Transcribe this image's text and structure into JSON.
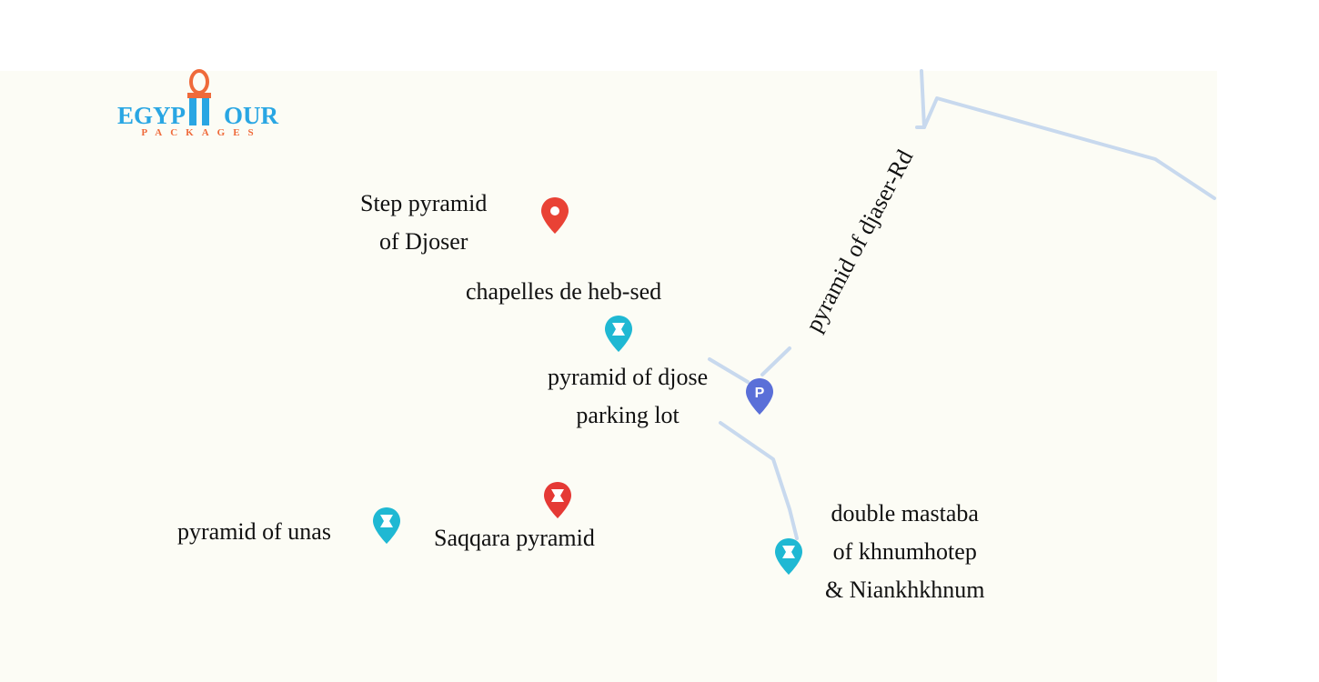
{
  "logo": {
    "title": "EGYPT TOUR",
    "word_left": "EGYP",
    "word_right": "OUR",
    "subtitle": "PACKAGES",
    "colors": {
      "blue": "#29a6e3",
      "orange": "#ef6a3a"
    }
  },
  "road_label": "pyramid of djaser-Rd",
  "places": [
    {
      "name": "Step pyramid of Djoser",
      "lines": [
        "Step pyramid",
        "of Djoser"
      ],
      "icon": "red-pin-icon",
      "color": "#e94235"
    },
    {
      "name": "chapelles de heb-sed",
      "lines": [
        "chapelles de heb-sed"
      ],
      "icon": "monument-pin-icon",
      "color": "#1fb8d3"
    },
    {
      "name": "pyramid of djose parking lot",
      "lines": [
        "pyramid of djose",
        "parking lot"
      ],
      "icon": "parking-pin-icon",
      "color": "#5a6fd8"
    },
    {
      "name": "pyramid of unas",
      "lines": [
        "pyramid of unas"
      ],
      "icon": "monument-pin-icon",
      "color": "#1fb8d3"
    },
    {
      "name": "Saqqara pyramid",
      "lines": [
        "Saqqara pyramid"
      ],
      "icon": "monument-pin-icon",
      "color": "#e53935"
    },
    {
      "name": "double mastaba of khnumhotep & Niankhkhnum",
      "lines": [
        "double mastaba",
        "of khnumhotep",
        "& Niankhkhnum"
      ],
      "icon": "monument-pin-icon",
      "color": "#1fb8d3"
    }
  ],
  "road_color": "#c8d9ee"
}
